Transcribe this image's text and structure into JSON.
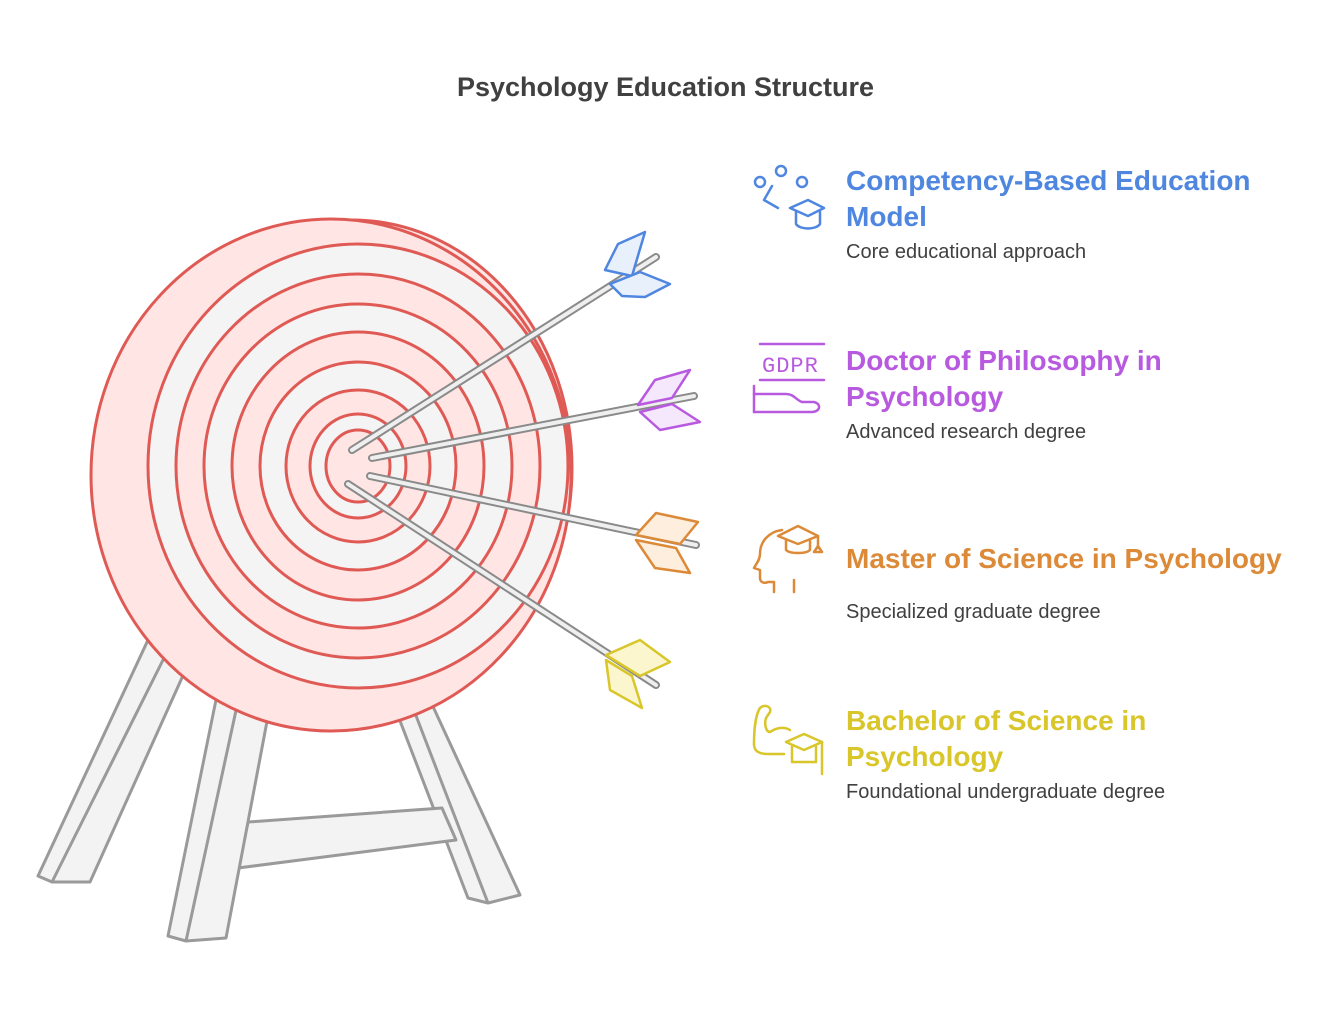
{
  "title": "Psychology Education Structure",
  "colors": {
    "target_stroke": "#e05a55",
    "target_fill": "#ffe6e4",
    "ring_light": "#f4f4f4",
    "stand": "#9a9a9a",
    "blue": "#4f86e0",
    "purple": "#b85ae0",
    "orange": "#dc8a38",
    "yellow": "#d8c62a"
  },
  "items": [
    {
      "title_line1": "Competency-Based Education",
      "title_line2": "Model",
      "description": "Core educational approach",
      "icon": "network-graduation-cap-icon",
      "color": "#4f86e0"
    },
    {
      "title_line1": "Doctor of Philosophy in",
      "title_line2": "Psychology",
      "description": "Advanced research degree",
      "icon": "gdpr-hand-icon",
      "icon_text": "GDPR",
      "color": "#b85ae0"
    },
    {
      "title_line1": "Master of Science in Psychology",
      "title_line2": "",
      "description": "Specialized graduate degree",
      "icon": "head-graduation-cap-icon",
      "color": "#dc8a38"
    },
    {
      "title_line1": "Bachelor of Science in",
      "title_line2": "Psychology",
      "description": "Foundational undergraduate degree",
      "icon": "arm-graduation-cap-icon",
      "color": "#d8c62a"
    }
  ]
}
